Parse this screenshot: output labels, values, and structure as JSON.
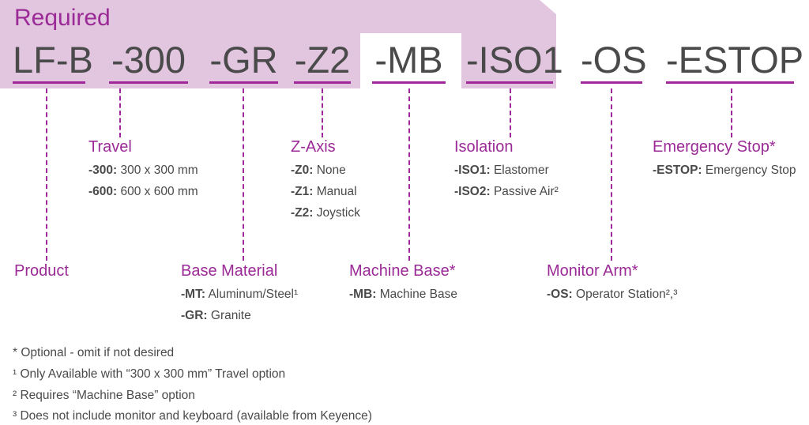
{
  "title": "Required",
  "colors": {
    "band": "#e2c6e0",
    "accent": "#a0289b",
    "text": "#4a4a4a"
  },
  "segments": [
    {
      "code": "LF-B"
    },
    {
      "code": "-300"
    },
    {
      "code": "-GR"
    },
    {
      "code": "-Z2"
    },
    {
      "code": "-MB"
    },
    {
      "code": "-ISO1"
    },
    {
      "code": "-OS"
    },
    {
      "code": "-ESTOP"
    }
  ],
  "groups": {
    "product": {
      "label": "Product"
    },
    "travel": {
      "label": "Travel",
      "options": [
        {
          "code": "-300:",
          "desc": "300 x 300 mm"
        },
        {
          "code": "-600:",
          "desc": "600 x 600 mm"
        }
      ]
    },
    "base_material": {
      "label": "Base Material",
      "options": [
        {
          "code": "-MT:",
          "desc": "Aluminum/Steel¹"
        },
        {
          "code": "-GR:",
          "desc": "Granite"
        }
      ]
    },
    "z_axis": {
      "label": "Z-Axis",
      "options": [
        {
          "code": "-Z0:",
          "desc": "None"
        },
        {
          "code": "-Z1:",
          "desc": "Manual"
        },
        {
          "code": "-Z2:",
          "desc": "Joystick"
        }
      ]
    },
    "machine_base": {
      "label": "Machine Base*",
      "options": [
        {
          "code": "-MB:",
          "desc": "Machine Base"
        }
      ]
    },
    "isolation": {
      "label": "Isolation",
      "options": [
        {
          "code": "-ISO1:",
          "desc": "Elastomer"
        },
        {
          "code": "-ISO2:",
          "desc": "Passive Air²"
        }
      ]
    },
    "monitor_arm": {
      "label": "Monitor Arm*",
      "options": [
        {
          "code": "-OS:",
          "desc": "Operator Station²,³"
        }
      ]
    },
    "emergency_stop": {
      "label": "Emergency Stop*",
      "options": [
        {
          "code": "-ESTOP:",
          "desc": "Emergency Stop"
        }
      ]
    }
  },
  "footnotes": [
    "* Optional - omit if not desired",
    "¹ Only Available with “300 x 300 mm” Travel option",
    "² Requires “Machine Base” option",
    "³ Does not include monitor and keyboard (available from Keyence)"
  ]
}
